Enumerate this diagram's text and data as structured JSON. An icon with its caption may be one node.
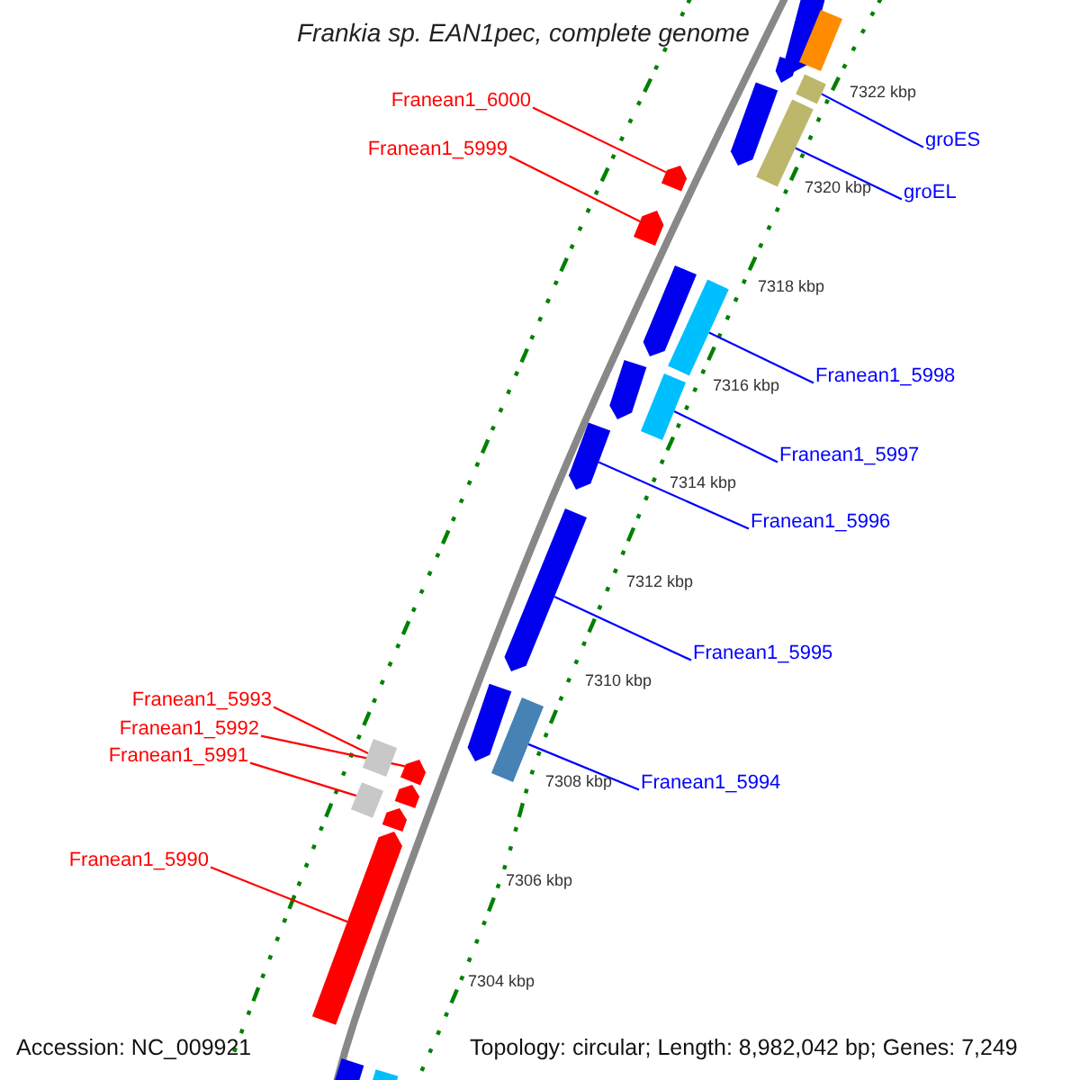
{
  "diagram": {
    "title": "Frankia sp. EAN1pec, complete genome",
    "nodes": [
      {
        "text": [
          "Franean1_6000"
        ]
      },
      {
        "text": [
          "Franean1_5999"
        ]
      },
      {
        "text": [
          "groES"
        ]
      },
      {
        "text": [
          "groEL"
        ]
      },
      {
        "text": [
          "Franean1_5998"
        ]
      },
      {
        "text": [
          "Franean1_5997"
        ]
      },
      {
        "text": [
          "Franean1_5996"
        ]
      },
      {
        "text": [
          "Franean1_5995"
        ]
      },
      {
        "text": [
          "Franean1_5994"
        ]
      },
      {
        "text": [
          "Franean1_5993"
        ]
      },
      {
        "text": [
          "Franean1_5992"
        ]
      },
      {
        "text": [
          "Franean1_5991"
        ]
      },
      {
        "text": [
          "Franean1_5990"
        ]
      },
      {
        "text": [],
        "shape": "bar"
      },
      {
        "text": [],
        "shape": "bar"
      },
      {
        "text": [],
        "shape": "bar"
      },
      {
        "text": [],
        "shape": "bar"
      },
      {
        "text": [],
        "shape": "bar"
      },
      {
        "text": [],
        "shape": "bar"
      },
      {
        "text": [],
        "shape": "bar"
      },
      {
        "text": [],
        "shape": "bar"
      },
      {
        "text": [],
        "shape": "bar"
      },
      {
        "text": [],
        "shape": "bar"
      },
      {
        "text": [],
        "shape": "bar"
      },
      {
        "text": [],
        "shape": "bar"
      },
      {
        "text": [],
        "shape": "bar"
      },
      {
        "text": [],
        "shape": "bar"
      },
      {
        "text": [],
        "shape": "bar"
      },
      {
        "text": [],
        "shape": "bar"
      },
      {
        "text": [],
        "shape": "bar"
      },
      {
        "text": [],
        "shape": "bar"
      },
      {
        "text": [],
        "shape": "bar"
      },
      {
        "text": [],
        "shape": "bar"
      },
      {
        "text": [],
        "shape": "bar"
      },
      {
        "text": [],
        "shape": "bar"
      },
      {
        "text": [],
        "shape": "bar"
      },
      {
        "text": [],
        "shape": "bar"
      }
    ],
    "edges": [
      {
        "from": 0,
        "to": 19,
        "arrow": "none",
        "color": "#ff0000"
      },
      {
        "from": 1,
        "to": 20,
        "arrow": "none",
        "color": "#ff0000"
      },
      {
        "from": 2,
        "to": 16,
        "arrow": "none"
      },
      {
        "from": 3,
        "to": 18,
        "arrow": "none"
      },
      {
        "from": 4,
        "to": 22,
        "arrow": "none"
      },
      {
        "from": 5,
        "to": 24,
        "arrow": "none"
      },
      {
        "from": 6,
        "to": 25,
        "arrow": "none"
      },
      {
        "from": 7,
        "to": 26,
        "arrow": "none"
      },
      {
        "from": 8,
        "to": 28,
        "arrow": "none"
      },
      {
        "from": 9,
        "to": 29,
        "arrow": "none",
        "color": "#ff0000"
      },
      {
        "from": 10,
        "to": 30,
        "arrow": "none",
        "color": "#ff0000"
      },
      {
        "from": 11,
        "to": 32,
        "arrow": "none",
        "color": "#ff0000"
      },
      {
        "from": 12,
        "to": 34,
        "arrow": "none",
        "color": "#ff0000"
      }
    ],
    "labels": [
      "7322 kbp",
      "7320 kbp",
      "7318 kbp",
      "7316 kbp",
      "7314 kbp",
      "7312 kbp",
      "7310 kbp",
      "7308 kbp",
      "7306 kbp",
      "7304 kbp",
      "Accession: NC_009921",
      "Topology: circular; Length: 8,982,042 bp; Genes: 7,249"
    ]
  }
}
